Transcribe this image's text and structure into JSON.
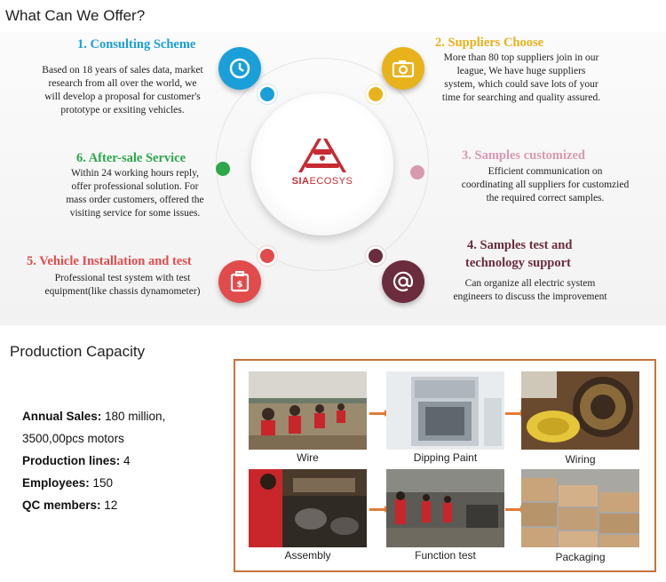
{
  "offer": {
    "title": "What Can We Offer?",
    "logo": {
      "part1": "SIA",
      "part2": "ECOSYS"
    },
    "items": [
      {
        "title": "1. Consulting Scheme",
        "color": "#1a9fd9",
        "icon": "clock-icon",
        "lines": [
          "Based on 18 years of sales data, market",
          "research from all over the world, we",
          "will develop a proposal for customer's",
          "prototype or exsiting vehicles."
        ]
      },
      {
        "title": "2. Suppliers Choose",
        "color": "#e8b21c",
        "icon": "camera-icon",
        "lines": [
          "More than 80 top suppliers join in our",
          "league, We have huge suppliers",
          "system, which could save lots of your",
          "time for searching and quality assured."
        ]
      },
      {
        "title": "3. Samples customized",
        "color": "#d89aae",
        "lines": [
          "Efficient communication on",
          "coordinating all suppliers for customzied",
          "the required correct samples."
        ]
      },
      {
        "title": "4. Samples test and",
        "title2": "technology support",
        "color": "#6b2d3e",
        "icon": "at-icon",
        "lines": [
          "Can organize all electric system",
          "engineers to discuss the improvement"
        ]
      },
      {
        "title": "5. Vehicle Installation and test",
        "color": "#e24b4b",
        "icon": "calculator-icon",
        "lines": [
          "Professional test system with test",
          "equipment(like chassis dynamometer)"
        ]
      },
      {
        "title": "6. After-sale Service",
        "color": "#2ca84a",
        "lines": [
          "Within 24 working hours reply,",
          "offer professional solution. For",
          "mass order customers, offered the",
          "visiting service for some issues."
        ]
      }
    ]
  },
  "capacity": {
    "title": "Production Capacity",
    "rows": [
      {
        "label": "Annual Sales:",
        "value": " 180 million,"
      },
      {
        "label": "",
        "value": "3500,00pcs motors"
      },
      {
        "label": "Production lines:",
        "value": " 4"
      },
      {
        "label": "Employees:",
        "value": " 150"
      },
      {
        "label": "QC members:",
        "value": " 12"
      }
    ],
    "steps": [
      "Wire",
      "Dipping Paint",
      "Wiring",
      "Assembly",
      "Function test",
      "Packaging"
    ]
  }
}
